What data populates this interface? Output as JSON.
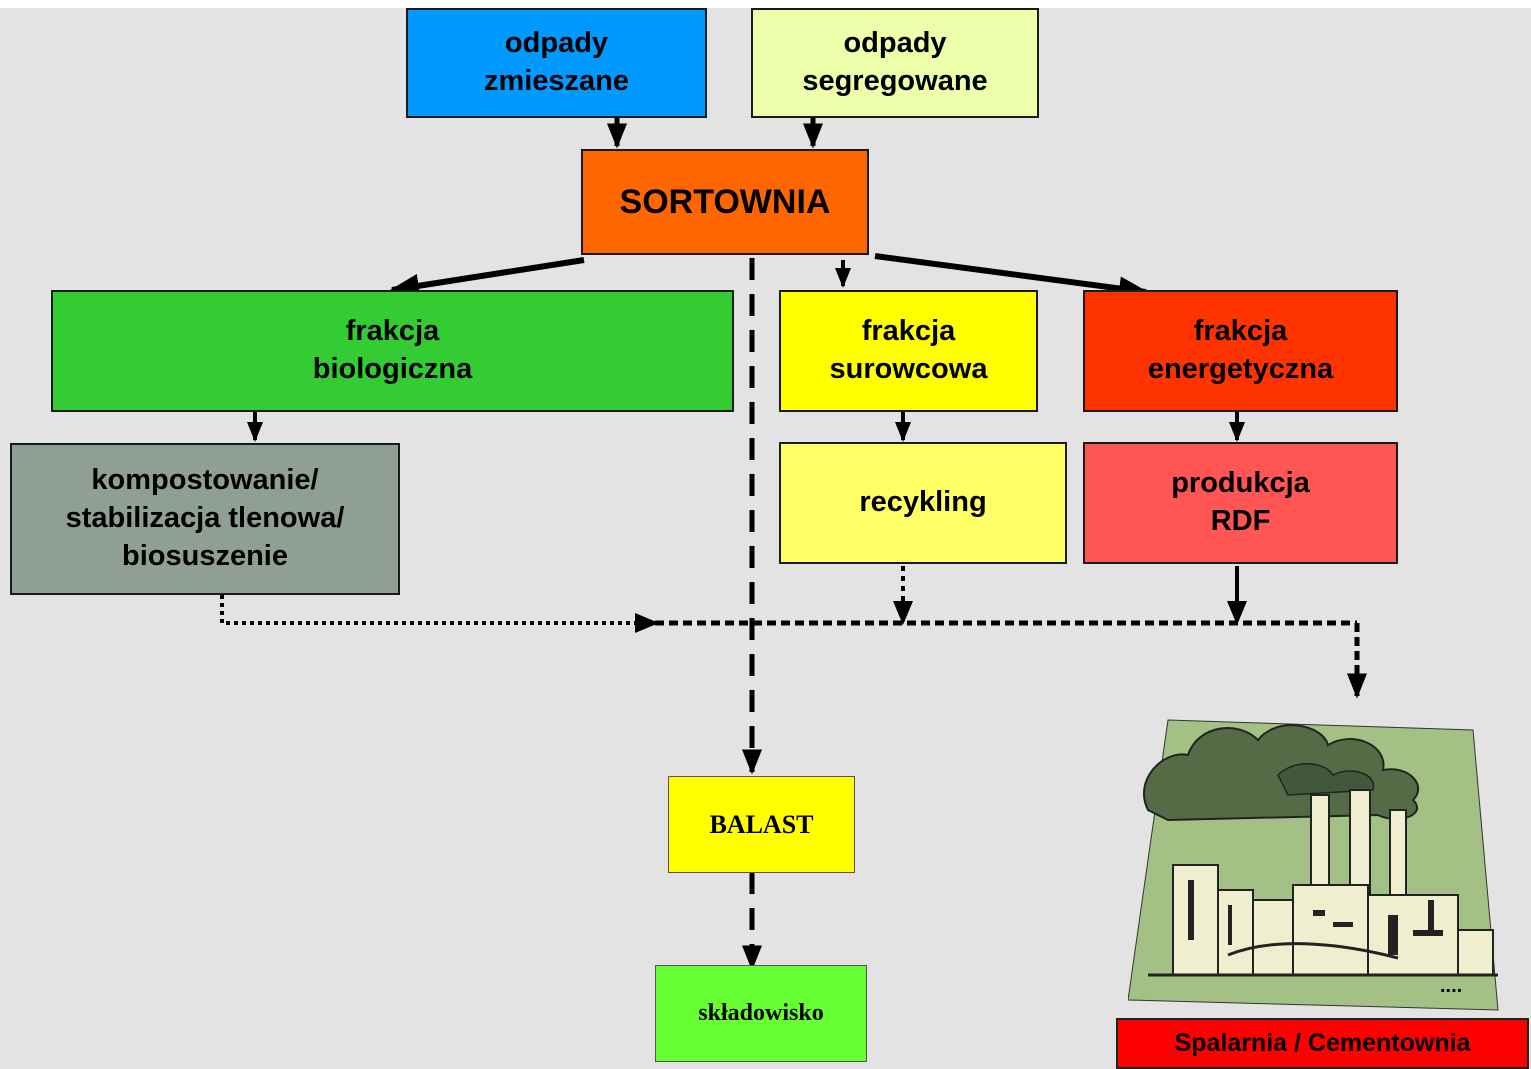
{
  "boxes": {
    "mixed_waste": "odpady\nzmieszane",
    "segregated_waste": "odpady\nsegregowane",
    "sorting_plant": "SORTOWNIA",
    "bio_fraction": "frakcja\nbiologiczna",
    "raw_fraction": "frakcja\nsurowcowa",
    "energy_fraction": "frakcja\nenergetyczna",
    "composting": "kompostowanie/\nstabilizacja tlenowa/\nbiosuszenie",
    "recycling": "recykling",
    "rdf_production": "produkcja\nRDF",
    "ballast": "BALAST",
    "landfill": "składowisko",
    "incinerator": "Spalarnia / Cementownia"
  },
  "colors": {
    "mixed_waste": "#0099ff",
    "segregated_waste": "#eeffaa",
    "sorting_plant": "#ff6600",
    "bio_fraction": "#33cc33",
    "raw_fraction": "#ffff00",
    "energy_fraction": "#ff3300",
    "composting": "#8f9f94",
    "recycling": "#ffff66",
    "rdf_production": "#ff5555",
    "ballast": "#ffff00",
    "landfill": "#66ff33",
    "incinerator": "#ff0000"
  },
  "illustration": {
    "icon": "factory-smokestacks-icon",
    "caption": "...."
  }
}
